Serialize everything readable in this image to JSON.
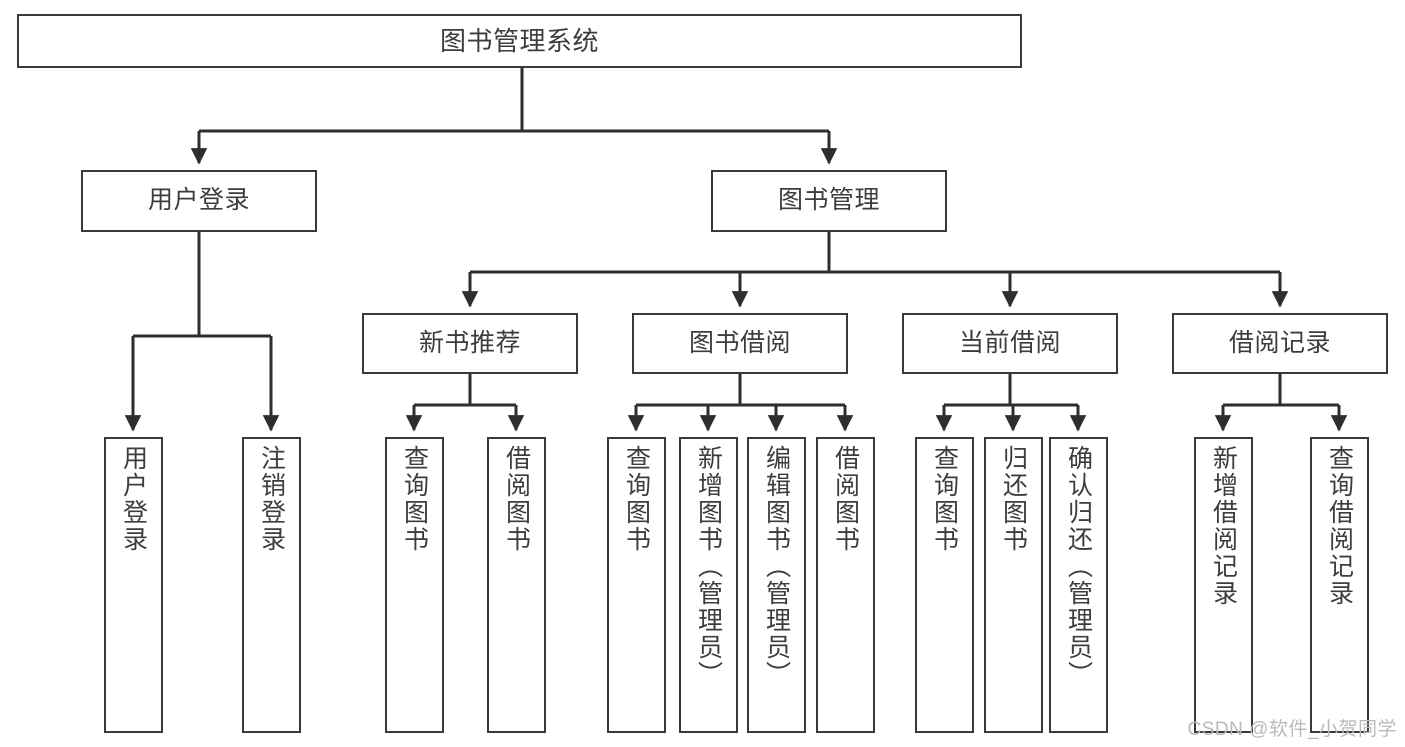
{
  "diagram": {
    "title": "图书管理系统",
    "type": "hierarchy-tree",
    "orientation": "top-down",
    "colors": {
      "box_border": "#3a3a3a",
      "box_fill": "#ffffff",
      "edge": "#2e2e2e",
      "text": "#3d3d3d",
      "watermark": "#b9b9b9",
      "background": "#ffffff"
    },
    "watermark": "CSDN @软件_小贺同学",
    "levels": 4
  },
  "nodes": {
    "root": {
      "label": "图书管理系统",
      "level": 1
    },
    "tier2": [
      {
        "id": "user-login",
        "label": "用户登录",
        "level": 2
      },
      {
        "id": "book-manage",
        "label": "图书管理",
        "level": 2
      }
    ],
    "tier3": [
      {
        "id": "new-book-rec",
        "label": "新书推荐",
        "level": 3,
        "parent": "book-manage"
      },
      {
        "id": "book-borrow",
        "label": "图书借阅",
        "level": 3,
        "parent": "book-manage"
      },
      {
        "id": "current-borrow",
        "label": "当前借阅",
        "level": 3,
        "parent": "book-manage"
      },
      {
        "id": "borrow-record",
        "label": "借阅记录",
        "level": 3,
        "parent": "book-manage"
      }
    ],
    "leaves": [
      {
        "id": "leaf-user-login",
        "label": "用户登录",
        "parent": "user-login"
      },
      {
        "id": "leaf-user-logout",
        "label": "注销登录",
        "parent": "user-login"
      },
      {
        "id": "leaf-query-book-rec",
        "label": "查询图书",
        "parent": "new-book-rec"
      },
      {
        "id": "leaf-borrow-book-rec",
        "label": "借阅图书",
        "parent": "new-book-rec"
      },
      {
        "id": "leaf-query-book-borrow",
        "label": "查询图书",
        "parent": "book-borrow"
      },
      {
        "id": "leaf-add-book",
        "label": "新增图书（管理员）",
        "parent": "book-borrow"
      },
      {
        "id": "leaf-edit-book",
        "label": "编辑图书（管理员）",
        "parent": "book-borrow"
      },
      {
        "id": "leaf-borrow-book",
        "label": "借阅图书",
        "parent": "book-borrow"
      },
      {
        "id": "leaf-query-book-current",
        "label": "查询图书",
        "parent": "current-borrow"
      },
      {
        "id": "leaf-return-book",
        "label": "归还图书",
        "parent": "current-borrow"
      },
      {
        "id": "leaf-confirm-return",
        "label": "确认归还（管理员）",
        "parent": "current-borrow"
      },
      {
        "id": "leaf-add-record",
        "label": "新增借阅记录",
        "parent": "borrow-record"
      },
      {
        "id": "leaf-query-record",
        "label": "查询借阅记录",
        "parent": "borrow-record"
      }
    ]
  }
}
